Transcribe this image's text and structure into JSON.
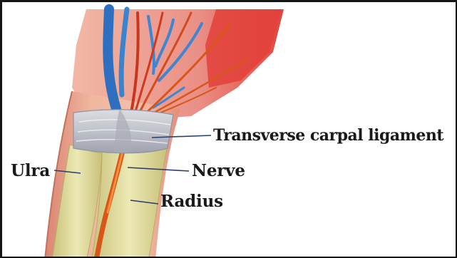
{
  "labels": {
    "transverse_carpal_ligament": "Transverse carpal ligament",
    "ulra": "Ulra",
    "nerve": "Nerve",
    "radius": "Radius"
  },
  "colors": {
    "skin": "#e9a58c",
    "vein": "#3a78c4",
    "artery": "#d42a1c",
    "ligament": "#c9ccd2",
    "bone": "#e0dc9c",
    "nerve": "#d8561a",
    "leader_line": "#2a3f6b",
    "label_text": "#1a1a1a"
  }
}
